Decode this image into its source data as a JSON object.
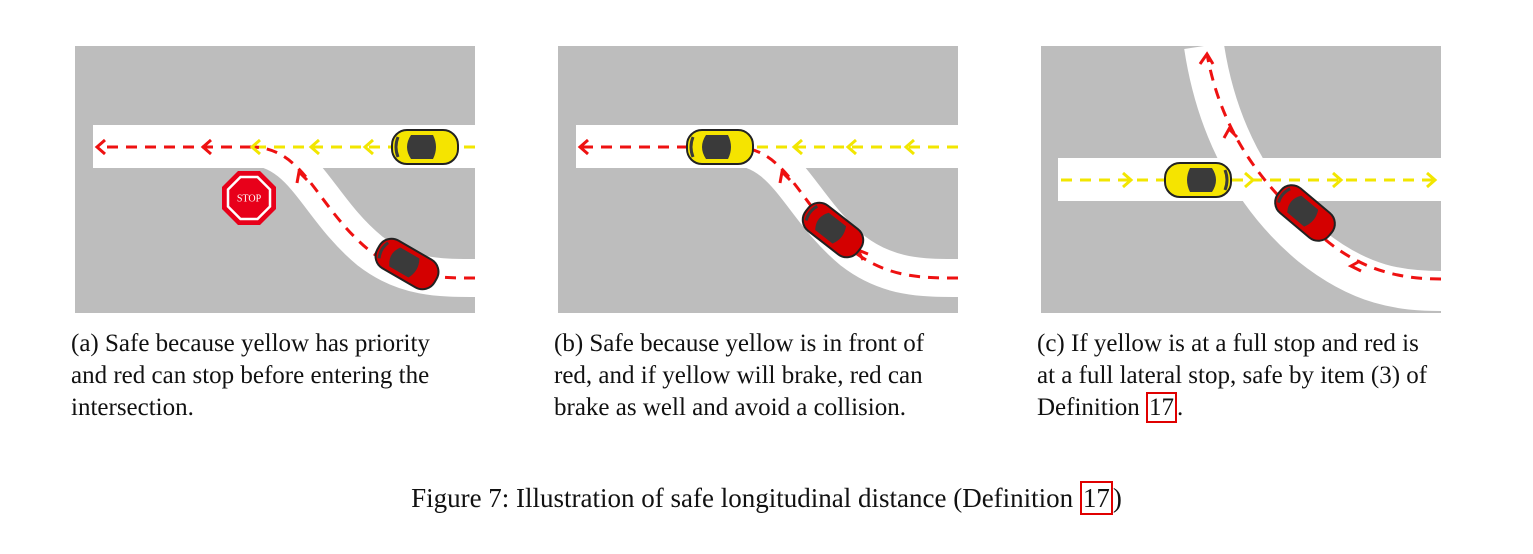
{
  "panels": [
    {
      "id": "a",
      "prefix": "(a) Safe because yellow has priority and red can stop before entering the intersection.",
      "ref": "",
      "suffix": ""
    },
    {
      "id": "b",
      "prefix": "(b) Safe because yellow is in front of red, and if yellow will brake, red can brake as well and avoid a collision.",
      "ref": "",
      "suffix": ""
    },
    {
      "id": "c",
      "prefix": "(c) If yellow is at a full stop and red is at a full lateral stop, safe by item (3) of Definition ",
      "ref": "17",
      "suffix": "."
    }
  ],
  "stop_sign": "STOP",
  "figure_caption": {
    "prefix": "Figure 7: Illustration of safe longitudinal distance (Definition ",
    "ref": "17",
    "suffix": ")"
  },
  "colors": {
    "background": "#bdbdbd",
    "road": "#ffffff",
    "red_path": "#ee1111",
    "yellow_path": "#f2e600",
    "red_car": "#d40000",
    "yellow_car": "#f5e400",
    "stop_sign": "#e8001a"
  }
}
